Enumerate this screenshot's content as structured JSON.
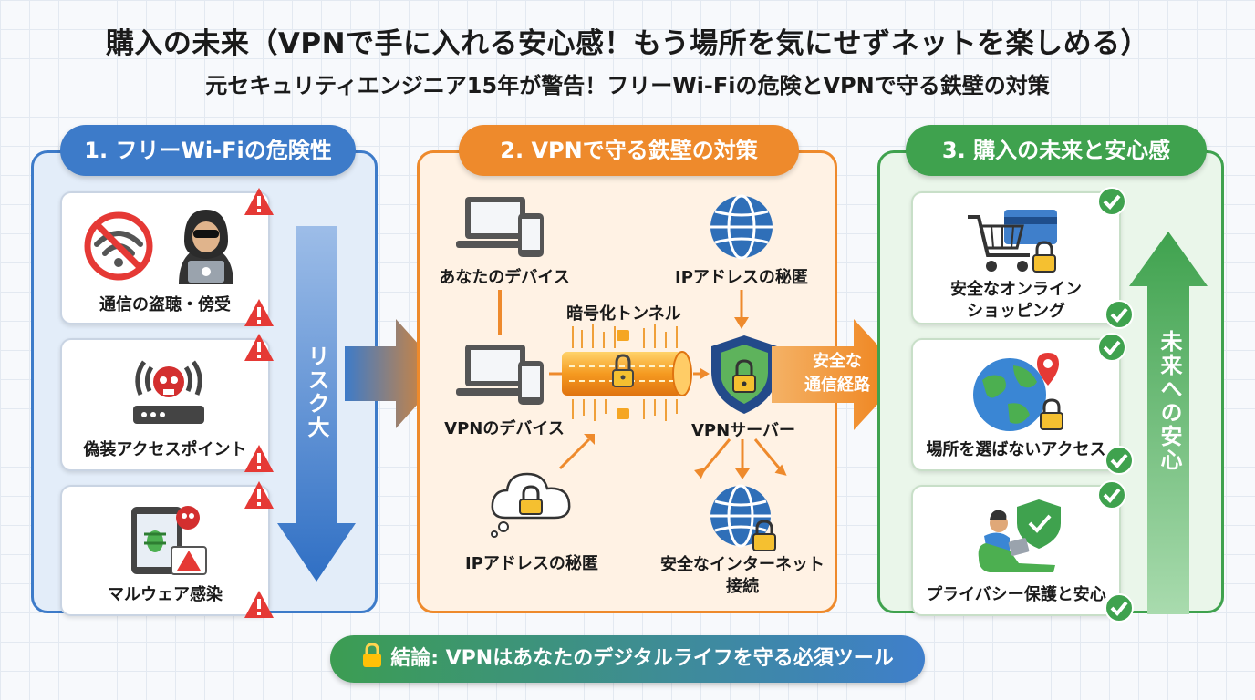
{
  "header": {
    "title": "購入の未来（VPNで手に入れる安心感！もう場所を気にせずネットを楽しめる）",
    "subtitle": "元セキュリティエンジニア15年が警告！フリーWi-Fiの危険とVPNで守る鉄壁の対策"
  },
  "section1": {
    "heading": "1. フリーWi-Fiの危険性",
    "cards": [
      {
        "label": "通信の盗聴・傍受",
        "icons": [
          "no-wifi-icon",
          "hacker-icon"
        ]
      },
      {
        "label": "偽装アクセスポイント",
        "icons": [
          "router-skull-icon"
        ]
      },
      {
        "label": "マルウェア感染",
        "icons": [
          "infected-tablet-icon"
        ]
      }
    ],
    "arrow_label": "リスク大"
  },
  "section2": {
    "heading": "2. VPNで守る鉄壁の対策",
    "your_device": "あなたのデバイス",
    "ip_hidden_top": "IPアドレスの秘匿",
    "tunnel_label": "暗号化トンネル",
    "vpn_device": "VPNのデバイス",
    "vpn_server": "VPNサーバー",
    "ip_hidden_bottom": "IPアドレスの秘匿",
    "safe_internet": "安全なインターネット\n接続"
  },
  "transition": {
    "safe_route": "安全な\n通信経路"
  },
  "section3": {
    "heading": "3. 購入の未来と安心感",
    "cards": [
      {
        "label": "安全なオンライン\nショッピング",
        "icons": [
          "cart-lock-icon"
        ]
      },
      {
        "label": "場所を選ばないアクセス",
        "icons": [
          "globe-pin-icon"
        ]
      },
      {
        "label": "プライバシー保護と安心",
        "icons": [
          "person-shield-icon"
        ]
      }
    ],
    "arrow_label": "未来への安心"
  },
  "conclusion": {
    "text": "結論: VPNはあなたのデジタルライフを守る必須ツール"
  },
  "colors": {
    "blue": "#3d7bc9",
    "orange": "#ee8a2c",
    "green": "#3fa24e",
    "danger_red": "#e53935"
  }
}
